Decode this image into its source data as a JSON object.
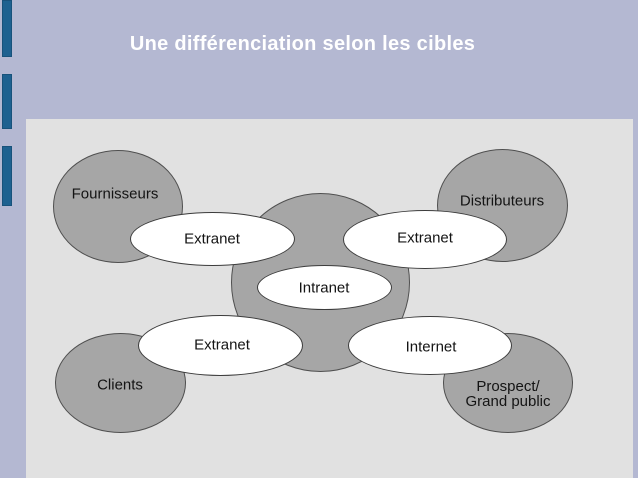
{
  "slide": {
    "title": "Une différenciation selon les cibles"
  },
  "colors": {
    "background": "#b4b8d2",
    "panel": "#e1e1e1",
    "accent_bar": "#1e6190",
    "node_fill": "#a6a6a6",
    "node_border": "#4f4f4f",
    "channel_fill": "#ffffff",
    "channel_border": "#3c3c3c",
    "title_text": "#ffffff",
    "label_text": "#141414"
  },
  "diagram": {
    "hub_label": "Intranet",
    "audiences": [
      {
        "label": "Fournisseurs",
        "channel": "Extranet",
        "position": "top-left"
      },
      {
        "label": "Distributeurs",
        "channel": "Extranet",
        "position": "top-right"
      },
      {
        "label": "Clients",
        "channel": "Extranet",
        "position": "bottom-left"
      },
      {
        "label": "Prospect/",
        "label2": "Grand public",
        "channel": "Internet",
        "position": "bottom-right"
      }
    ]
  }
}
